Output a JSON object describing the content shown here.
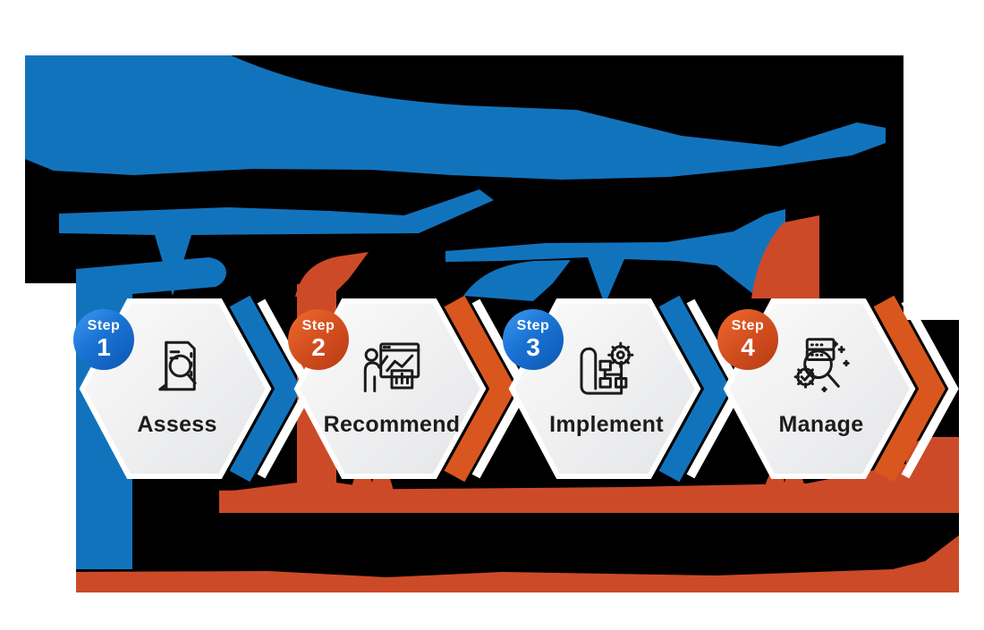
{
  "steps": [
    {
      "step_word": "Step",
      "number": "1",
      "label": "Assess",
      "icon": "document-magnifier-icon",
      "theme_color": "#1273bd"
    },
    {
      "step_word": "Step",
      "number": "2",
      "label": "Recommend",
      "icon": "presentation-chart-icon",
      "theme_color": "#d9571f"
    },
    {
      "step_word": "Step",
      "number": "3",
      "label": "Implement",
      "icon": "blueprint-gear-icon",
      "theme_color": "#1273bd"
    },
    {
      "step_word": "Step",
      "number": "4",
      "label": "Manage",
      "icon": "server-check-magnifier-icon",
      "theme_color": "#d9571f"
    }
  ],
  "colors": {
    "blue": "#1273bd",
    "orange_chevron": "#d9571f",
    "orange_blob": "#cd4a28",
    "backdrop": "#000000",
    "card_fill": "#f0f0f1",
    "label_text": "#1c1c1c",
    "badge_text": "#ffffff"
  }
}
